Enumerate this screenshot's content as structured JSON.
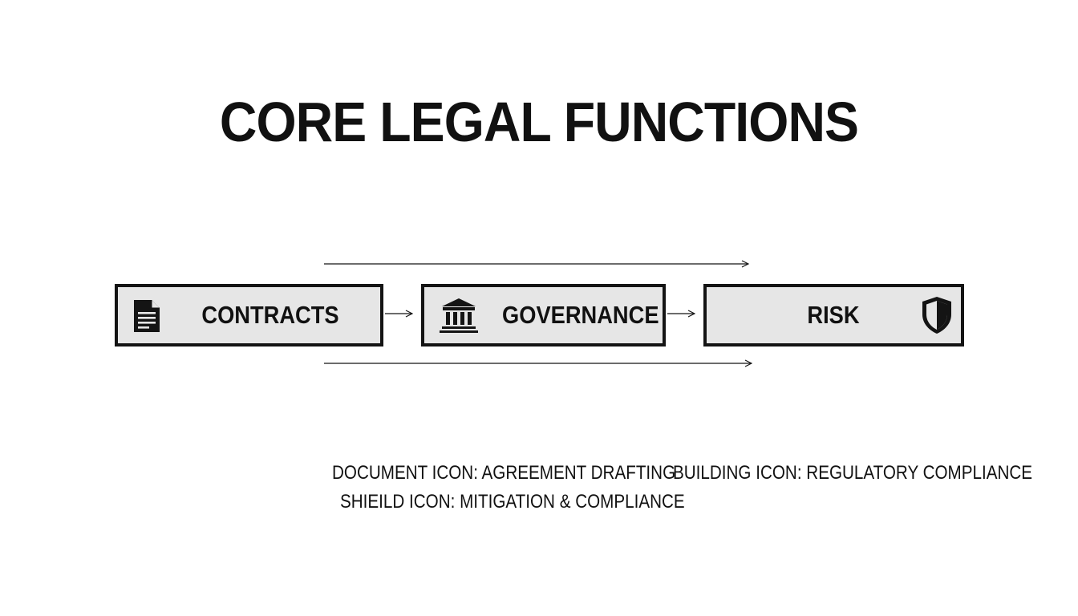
{
  "title": "CORE LEGAL FUNCTIONS",
  "boxes": [
    {
      "label": "CONTRACTS",
      "icon": "document-icon"
    },
    {
      "label": "GOVERNANCE",
      "icon": "building-icon"
    },
    {
      "label": "RISK",
      "icon": "shield-icon"
    }
  ],
  "legend": [
    {
      "text": "DOCUMENT ICON: AGREEMENT DRAFTING"
    },
    {
      "text": "BUILDING ICON: REGULATORY COMPLIANCE"
    },
    {
      "text": "SHIEILD ICON: MITIGATION & COMPLIANCE"
    }
  ],
  "colors": {
    "background": "#ffffff",
    "box_fill": "#e6e6e6",
    "stroke": "#141414"
  }
}
